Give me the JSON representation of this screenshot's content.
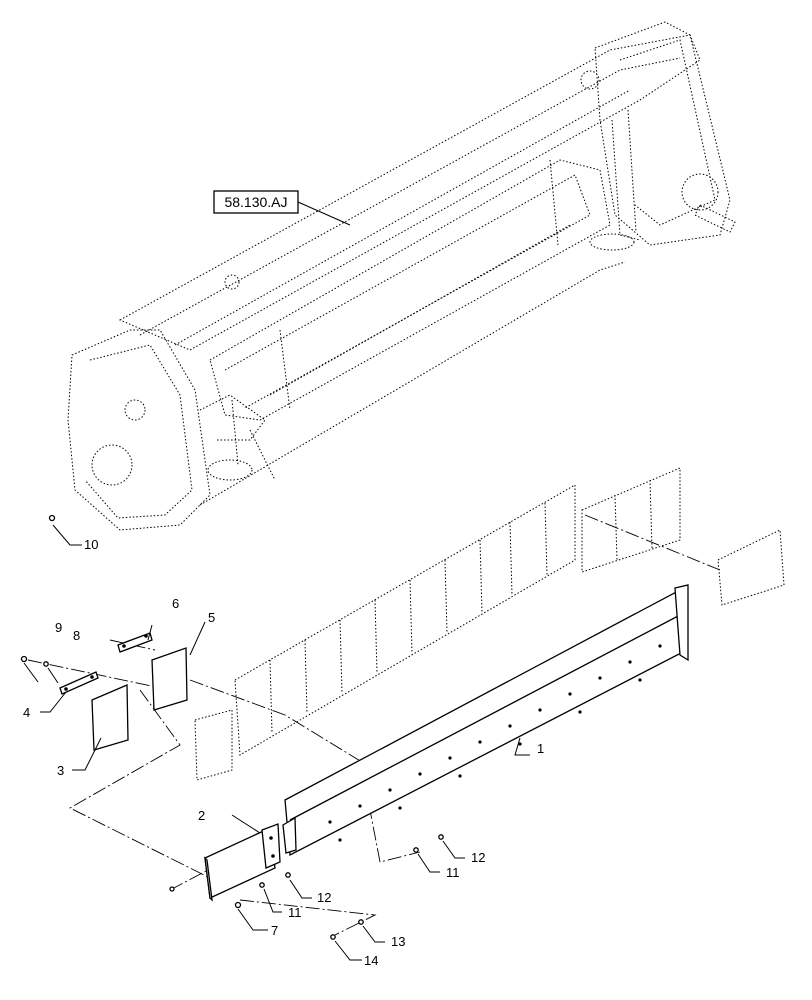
{
  "diagram": {
    "reference_box": "58.130.AJ",
    "callouts": {
      "c1": "1",
      "c2": "2",
      "c3": "3",
      "c4": "4",
      "c5": "5",
      "c6": "6",
      "c7": "7",
      "c8": "8",
      "c9": "9",
      "c10": "10",
      "c11a": "11",
      "c11b": "11",
      "c12a": "12",
      "c12b": "12",
      "c13": "13",
      "c14": "14"
    }
  }
}
